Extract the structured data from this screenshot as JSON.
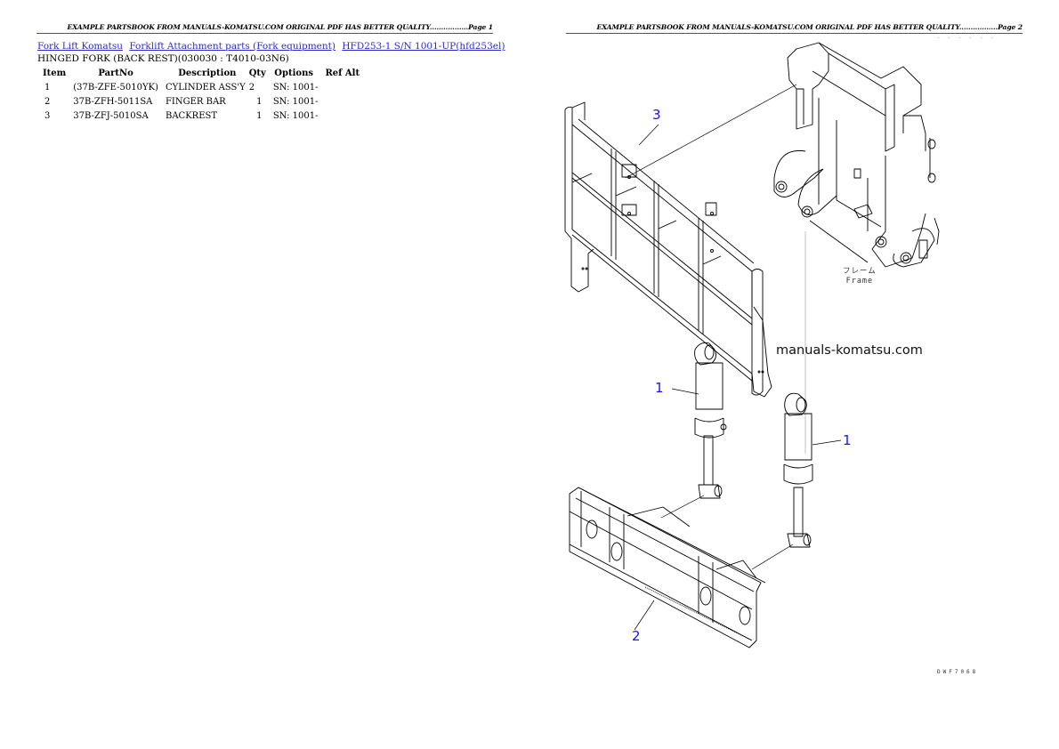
{
  "page1": {
    "header": "EXAMPLE PARTSBOOK FROM MANUALS-KOMATSU.COM ORIGINAL PDF HAS BETTER QUALITY.................Page 1",
    "breadcrumb": [
      {
        "label": "Fork Lift Komatsu"
      },
      {
        "label": "Forklift Attachment parts (Fork equipment)"
      },
      {
        "label": "HFD253-1 S/N 1001-UP(hfd253el)"
      }
    ],
    "subtitle": "HINGED FORK (BACK REST)(030030 : T4010-03N6)",
    "table": {
      "headers": [
        "Item",
        "PartNo",
        "Description",
        "Qty",
        "Options",
        "Ref Alt"
      ],
      "rows": [
        {
          "item": "1",
          "partno": "(37B-ZFE-5010YK)",
          "description": "CYLINDER ASS'Y",
          "qty": "2",
          "options": "SN: 1001-",
          "refalt": ""
        },
        {
          "item": "2",
          "partno": "37B-ZFH-5011SA",
          "description": "FINGER BAR",
          "qty": "1",
          "options": "SN: 1001-",
          "refalt": ""
        },
        {
          "item": "3",
          "partno": "37B-ZFJ-5010SA",
          "description": "BACKREST",
          "qty": "1",
          "options": "SN: 1001-",
          "refalt": ""
        }
      ]
    }
  },
  "page2": {
    "header": "EXAMPLE PARTSBOOK FROM MANUALS-KOMATSU.COM ORIGINAL PDF HAS BETTER QUALITY.................Page 2",
    "diagram": {
      "callouts": [
        "3",
        "1",
        "1",
        "2"
      ],
      "frame_label_jp": "フレーム",
      "frame_label_en": "Frame",
      "watermark": "manuals-komatsu.com",
      "drawing_code": "DWF7068",
      "top_code": "- - - - - -",
      "line_color": "#000000",
      "callout_color": "#1414ff"
    }
  }
}
